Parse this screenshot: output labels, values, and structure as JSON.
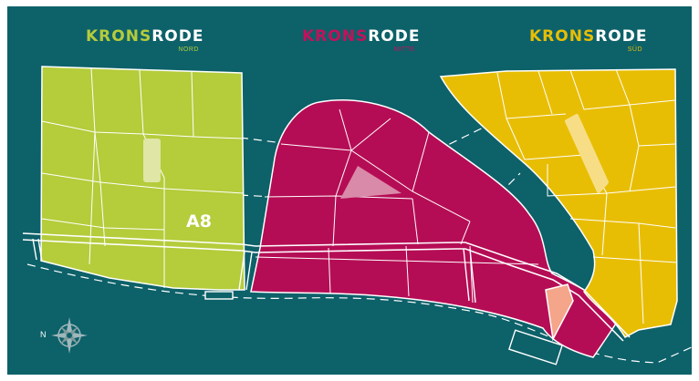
{
  "logos": {
    "nord": {
      "brand_a": "KRONS",
      "brand_b": "RODE",
      "sub": "NORD"
    },
    "mitte": {
      "brand_a": "KRONS",
      "brand_b": "RODE",
      "sub": "MITTE"
    },
    "sued": {
      "brand_a": "KRONS",
      "brand_b": "RODE",
      "sub": "SÜD"
    }
  },
  "map": {
    "field_label": "A8",
    "compass_label": "N"
  },
  "colors": {
    "background": "#0d6169",
    "nord": "#b5cc3b",
    "mitte": "#b50d55",
    "sued": "#e8be05",
    "frame": "#ffffff",
    "highlight_nord": "#dfe6a6",
    "highlight_mitte": "#d98aa8",
    "highlight_sued": "#f7de86",
    "highlight_salmon": "#f4a58a"
  }
}
